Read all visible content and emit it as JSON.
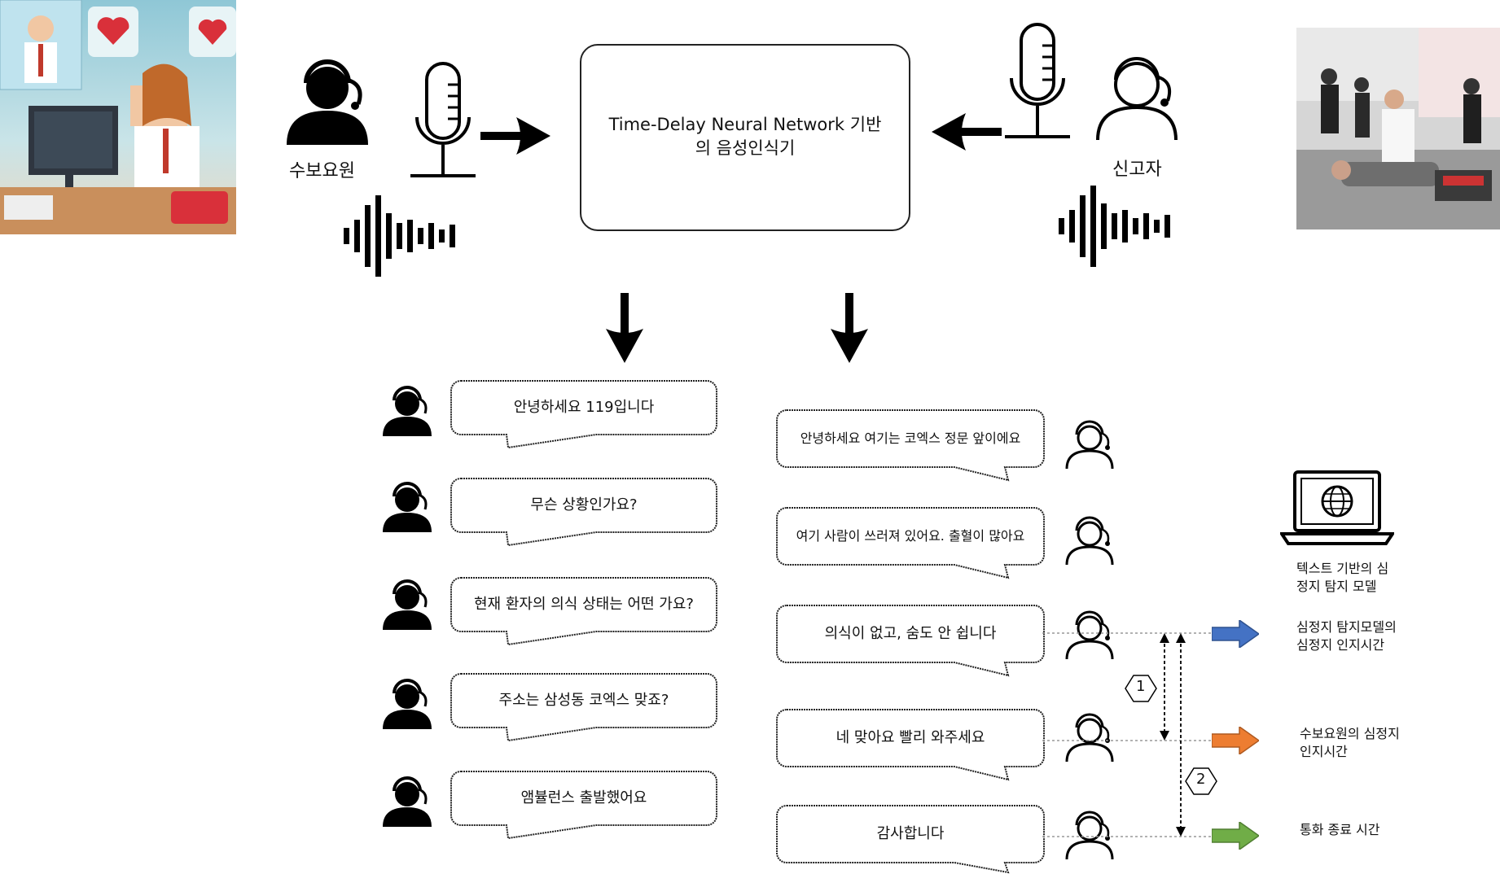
{
  "labels": {
    "dispatcher": "수보요원",
    "reporter": "신고자"
  },
  "recognizer": {
    "title_line1": "Time-Delay Neural Network 기반",
    "title_line2": "의 음성인식기"
  },
  "dispatcher_messages": [
    "안녕하세요 119입니다",
    "무슨 상황인가요?",
    "현재 환자의 의식 상태는 어떤 가요?",
    "주소는 삼성동 코엑스 맞죠?",
    "앰뷸런스 출발했어요"
  ],
  "reporter_messages": [
    "안녕하세요 여기는 코엑스 정문 앞이에요",
    "여기 사람이 쓰러져 있어요. 출혈이 많아요",
    "의식이 없고, 숨도 안 쉽니다",
    "네 맞아요 빨리 와주세요",
    "감사합니다"
  ],
  "model": {
    "label": "텍스트 기반의 심\n정지 탐지 모델",
    "icon": "laptop-globe-icon"
  },
  "timeline": {
    "markers": [
      "1",
      "2"
    ],
    "events": [
      {
        "label": "심정지 탐지모델의\n심정지 인지시간",
        "color": "#4472C4"
      },
      {
        "label": "수보요원의 심정지\n인지시간",
        "color": "#ED7D31"
      },
      {
        "label": "통화 종료 시간",
        "color": "#70AD47"
      }
    ]
  }
}
